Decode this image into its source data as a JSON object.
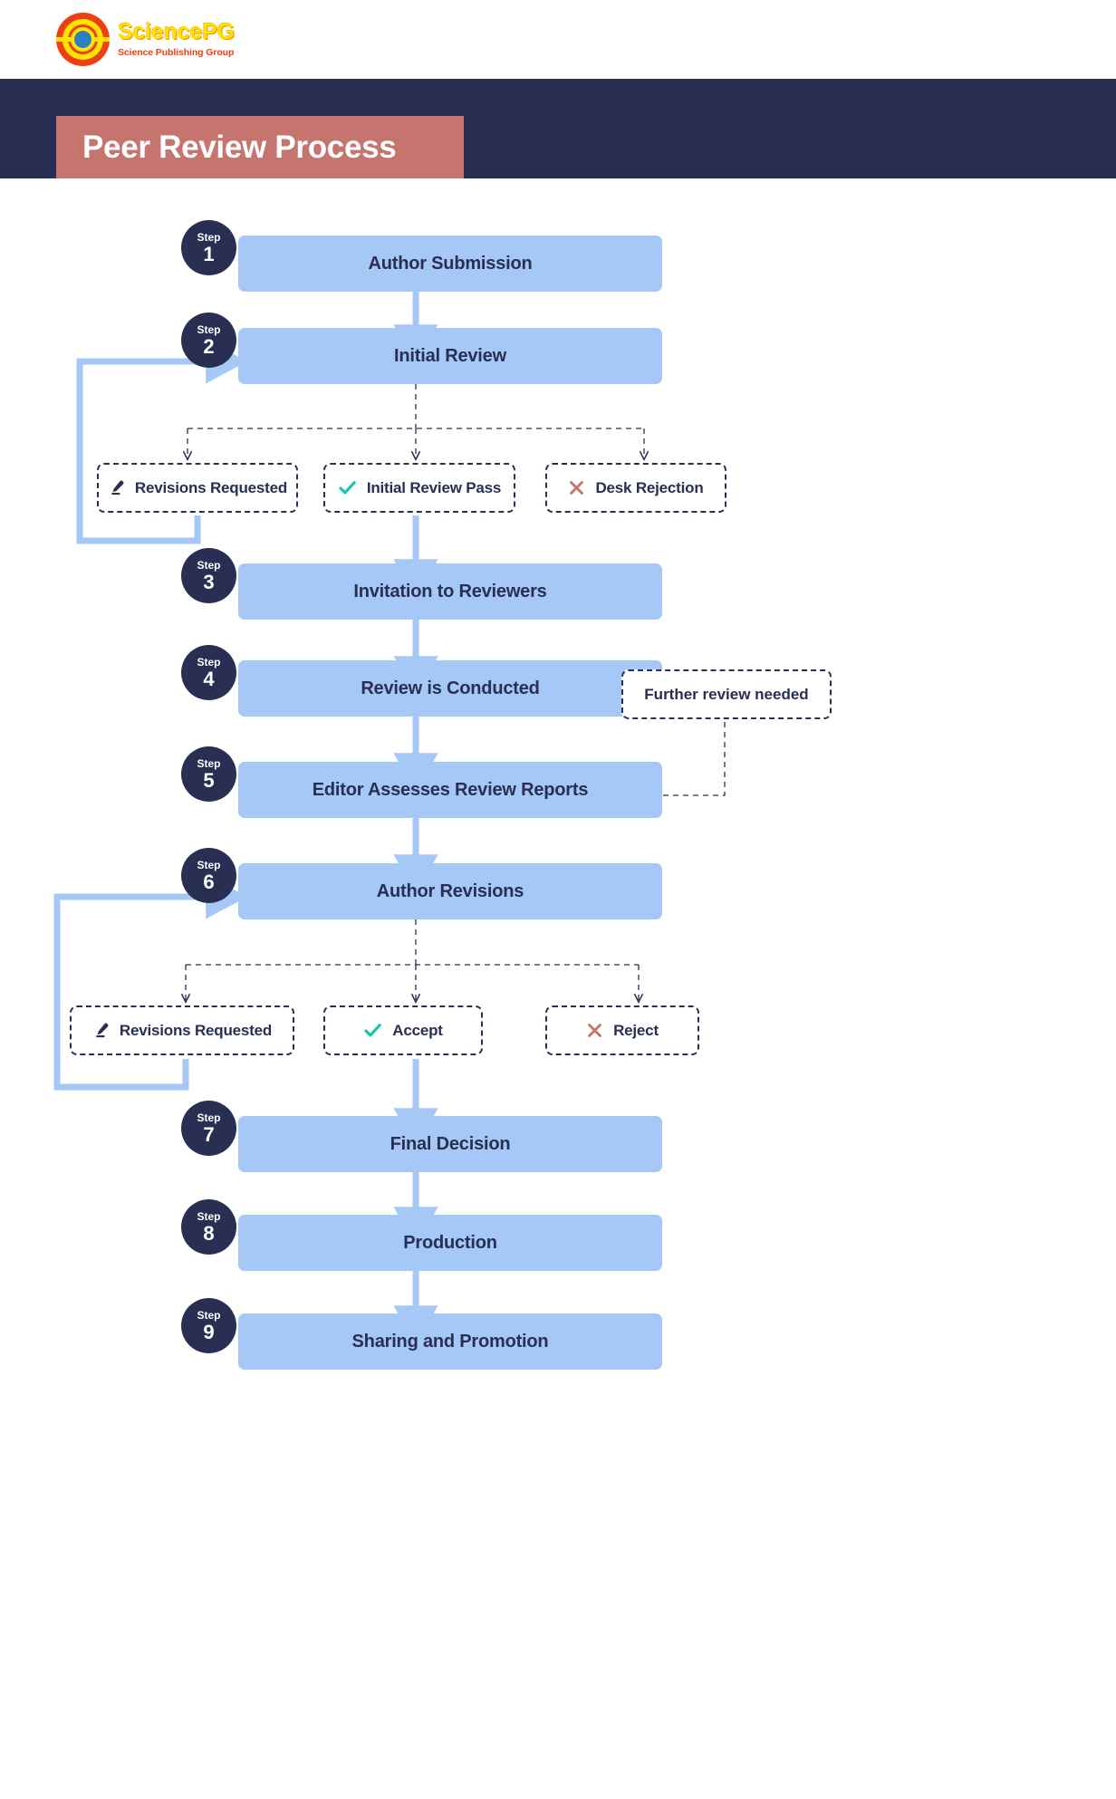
{
  "brand": {
    "logo_title": "SciencePG",
    "logo_subtitle": "Science Publishing Group",
    "logo_icon": "concentric-circles-logo-icon"
  },
  "header": {
    "title": "Peer Review Process",
    "band_color": "#282f52",
    "chip_color": "#c6746e"
  },
  "colors": {
    "step_bar": "#a6c8f7",
    "badge": "#282f52",
    "text": "#282f52",
    "arrow": "#a6c8f7",
    "check": "#14c7ac",
    "cross": "#c6746e"
  },
  "flow": {
    "step_word": "Step",
    "steps": [
      {
        "number": "1",
        "label": "Author Submission"
      },
      {
        "number": "2",
        "label": "Initial Review"
      },
      {
        "number": "3",
        "label": "Invitation to Reviewers"
      },
      {
        "number": "4",
        "label": "Review is Conducted"
      },
      {
        "number": "5",
        "label": "Editor Assesses Review Reports"
      },
      {
        "number": "6",
        "label": "Author Revisions"
      },
      {
        "number": "7",
        "label": "Final Decision"
      },
      {
        "number": "8",
        "label": "Production"
      },
      {
        "number": "9",
        "label": "Sharing and Promotion"
      }
    ],
    "branch_one": [
      {
        "label": "Revisions Requested",
        "icon": "pencil-icon"
      },
      {
        "label": "Initial Review Pass",
        "icon": "check-icon"
      },
      {
        "label": "Desk Rejection",
        "icon": "cross-icon"
      }
    ],
    "branch_two": [
      {
        "label": "Revisions Requested",
        "icon": "pencil-icon"
      },
      {
        "label": "Accept",
        "icon": "check-icon"
      },
      {
        "label": "Reject",
        "icon": "cross-icon"
      }
    ],
    "note": {
      "label": "Further review needed"
    }
  }
}
